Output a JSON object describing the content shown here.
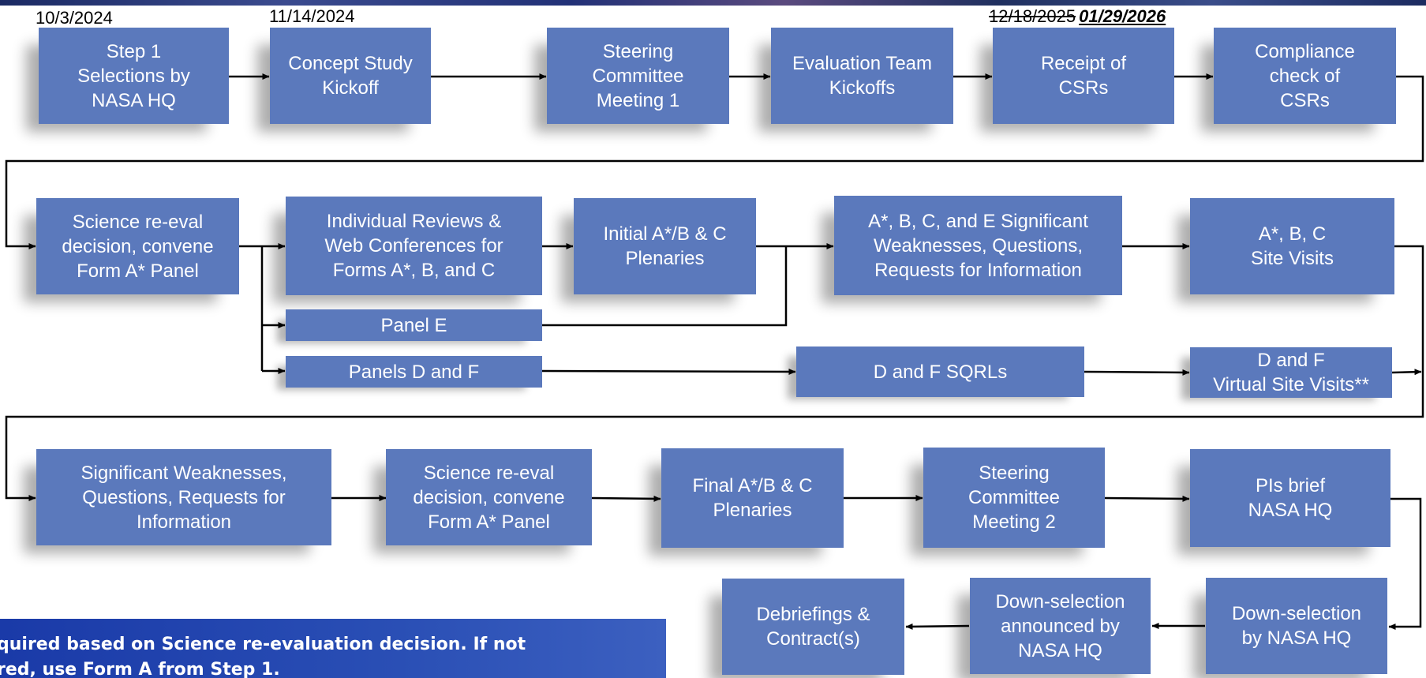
{
  "dates": {
    "step1": "10/3/2024",
    "kickoff": "11/14/2024",
    "csr_old": "12/18/2025",
    "csr_new": "01/29/2026"
  },
  "boxes": {
    "step1": "Step 1\nSelections by\nNASA HQ",
    "concept_kickoff": "Concept Study\nKickoff",
    "steering1": "Steering\nCommittee\nMeeting 1",
    "eval_team": "Evaluation Team\nKickoffs",
    "receipt_csr": "Receipt of\nCSRs",
    "compliance_csr": "Compliance\ncheck of\nCSRs",
    "sci_reeval_1": "Science re-eval\ndecision, convene\nForm A* Panel",
    "individual_reviews": "Individual Reviews &\nWeb Conferences for\nForms A*, B, and C",
    "initial_plenaries": "Initial A*/B & C\nPlenaries",
    "sig_weak_1": "A*, B, C, and E Significant\nWeaknesses, Questions,\nRequests for Information",
    "site_visits": "A*, B, C\nSite Visits",
    "panel_e": "Panel E",
    "panels_df": "Panels D and F",
    "df_sqrls": "D and F SQRLs",
    "df_virtual": "D and F\nVirtual Site Visits**",
    "sig_weak_2": "Significant Weaknesses,\nQuestions, Requests for\nInformation",
    "sci_reeval_2": "Science re-eval\ndecision, convene\nForm A* Panel",
    "final_plenaries": "Final A*/B & C\nPlenaries",
    "steering2": "Steering\nCommittee\nMeeting 2",
    "pis_brief": "PIs brief\nNASA HQ",
    "down_sel_hq": "Down-selection\nby NASA HQ",
    "down_sel_announced": "Down-selection\nannounced by\nNASA HQ",
    "debriefings": "Debriefings &\nContract(s)"
  },
  "note": {
    "text": "quired based on Science re-evaluation decision. If not\nred, use Form A from Step 1."
  },
  "colors": {
    "box_fill": "#5b79bc",
    "box_text": "#ffffff",
    "connector": "#000000",
    "note_fill": "#2a4fb5"
  }
}
